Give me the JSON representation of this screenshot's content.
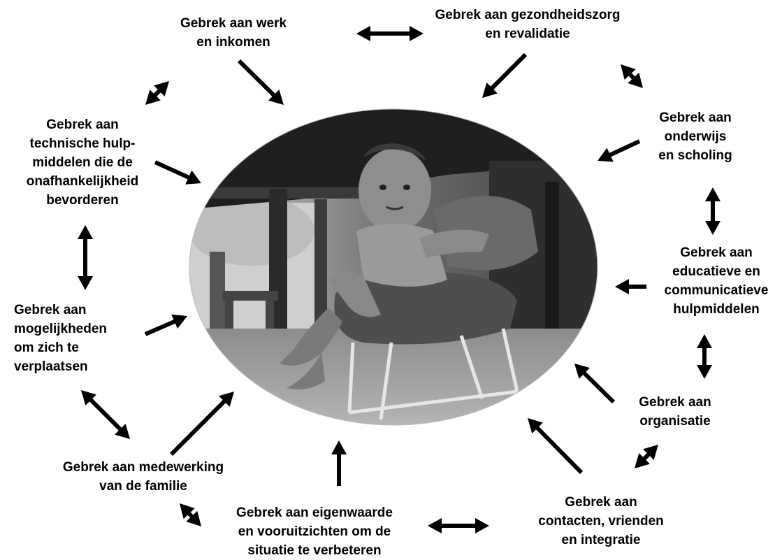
{
  "labels": {
    "werk": [
      "Gebrek aan werk",
      "en inkomen"
    ],
    "gezondheidszorg": [
      "Gebrek aan gezondheidszorg",
      "en revalidatie"
    ],
    "onderwijs": [
      "Gebrek aan",
      "onderwijs",
      "en scholing"
    ],
    "hulpmiddelen_technisch": [
      "Gebrek aan",
      "technische hulp-",
      "middelen die de",
      "onafhankelijkheid",
      "bevorderen"
    ],
    "hulpmiddelen_educatief": [
      "Gebrek aan",
      "educatieve en",
      "communicatieve",
      "hulpmiddelen"
    ],
    "verplaatsen": [
      "Gebrek aan",
      "mogelijkheden",
      "om zich te",
      "verplaatsen"
    ],
    "organisatie": [
      "Gebrek aan",
      "organisatie"
    ],
    "familie": [
      "Gebrek aan medewerking",
      "van de familie"
    ],
    "contacten": [
      "Gebrek aan",
      "contacten, vrienden",
      "en integratie"
    ],
    "eigenwaarde": [
      "Gebrek aan eigenwaarde",
      "en vooruitzichten om de",
      "situatie te verbeteren"
    ]
  },
  "photo": {
    "description_icon": "child-in-chair-photo",
    "tones": {
      "sky": "#e8e8e8",
      "roof": "#2b2b2b",
      "ground": "#9a9a9a",
      "skin": "#8a8a8a",
      "chair": "#5a5a5a"
    }
  }
}
